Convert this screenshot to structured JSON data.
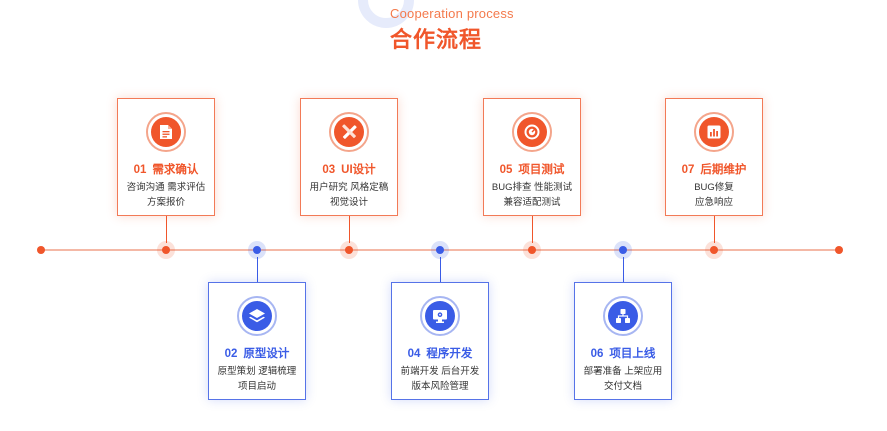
{
  "header": {
    "subtitle": "Cooperation process",
    "title": "合作流程"
  },
  "colors": {
    "orange": "#f0562b",
    "blue": "#3a5ce6"
  },
  "steps": [
    {
      "num": "01",
      "title": "需求确认",
      "lines": [
        "咨询沟通  需求评估",
        "方案报价"
      ],
      "icon": "document-icon",
      "color": "orange"
    },
    {
      "num": "02",
      "title": "原型设计",
      "lines": [
        "原型策划  逻辑梳理",
        "项目启动"
      ],
      "icon": "layers-icon",
      "color": "blue"
    },
    {
      "num": "03",
      "title": "UI设计",
      "lines": [
        "用户研究  风格定稿",
        "视觉设计"
      ],
      "icon": "design-tools-icon",
      "color": "orange"
    },
    {
      "num": "04",
      "title": "程序开发",
      "lines": [
        "前端开发  后台开发",
        "版本风险管理"
      ],
      "icon": "monitor-gear-icon",
      "color": "blue"
    },
    {
      "num": "05",
      "title": "项目测试",
      "lines": [
        "BUG排查  性能测试",
        "兼容适配测试"
      ],
      "icon": "gauge-icon",
      "color": "orange"
    },
    {
      "num": "06",
      "title": "项目上线",
      "lines": [
        "部署准备  上架应用",
        "交付文档"
      ],
      "icon": "sitemap-icon",
      "color": "blue"
    },
    {
      "num": "07",
      "title": "后期维护",
      "lines": [
        "BUG修复",
        "应急响应"
      ],
      "icon": "bar-chart-icon",
      "color": "orange"
    }
  ]
}
